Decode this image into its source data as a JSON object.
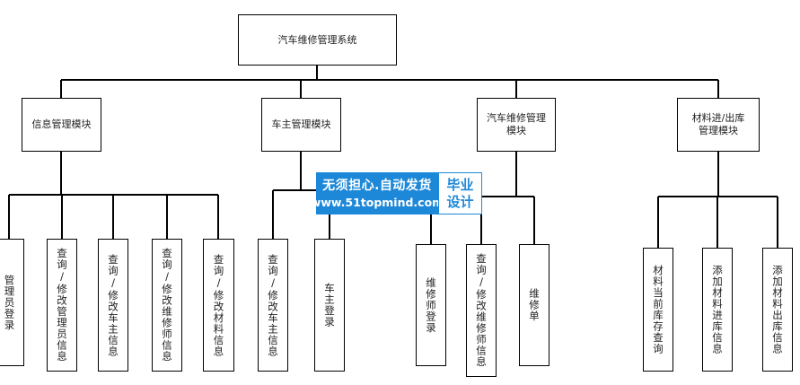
{
  "diagram": {
    "root": "汽车维修管理系统",
    "modules": [
      {
        "label": "信息管理模块",
        "children": [
          "管理员登录",
          "查询/修改管理员信息",
          "查询/修改车主信息",
          "查询/修改维修师信息",
          "查询/修改材料信息"
        ]
      },
      {
        "label": "车主管理模块",
        "children": [
          "查询/修改车主信息",
          "车主登录"
        ]
      },
      {
        "label": "汽车维修管理\n模块",
        "children": [
          "维修师登录",
          "查询/修改维修师信息",
          "维修单"
        ]
      },
      {
        "label": "材料进/出库\n管理模块",
        "children": [
          "材料当前库存查询",
          "添加材料进库信息",
          "添加材料出库信息"
        ]
      }
    ]
  },
  "watermark": {
    "line1": "无须担心.自动发货",
    "line2": "www.51topmind.com",
    "badge_line1": "毕业",
    "badge_line2": "设计"
  }
}
